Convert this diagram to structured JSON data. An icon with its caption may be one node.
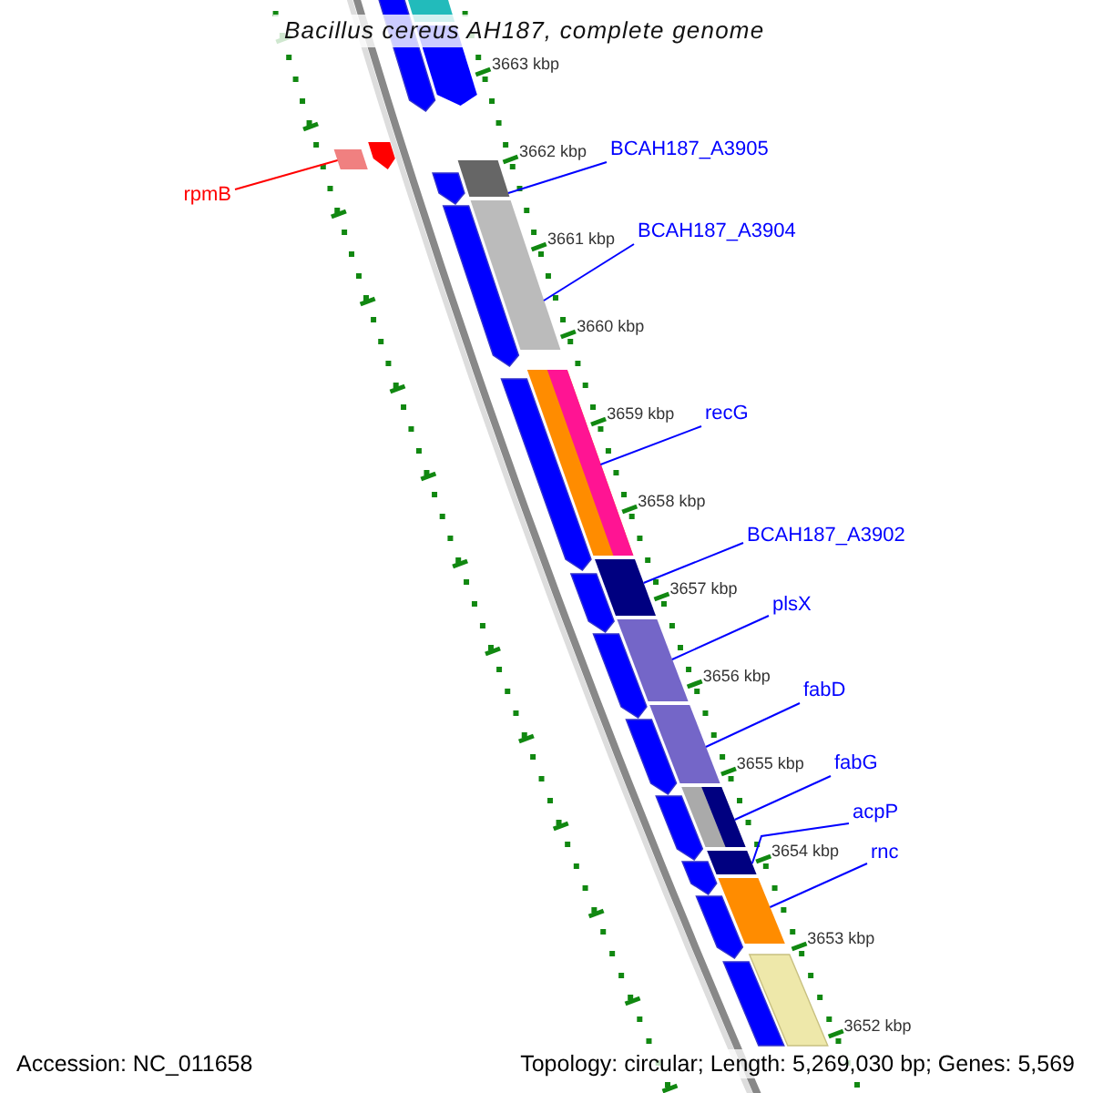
{
  "diagram": {
    "title": "Bacillus cereus AH187, complete genome",
    "nodes": [
      {
        "text": [
          "rpmB"
        ]
      },
      {
        "text": [
          "BCAH187_A3905"
        ]
      },
      {
        "text": [
          "BCAH187_A3904"
        ]
      },
      {
        "text": [
          "recG"
        ]
      },
      {
        "text": [
          "BCAH187_A3902"
        ]
      },
      {
        "text": [
          "plsX"
        ]
      },
      {
        "text": [
          "fabD"
        ]
      },
      {
        "text": [
          "fabG"
        ]
      },
      {
        "text": [
          "acpP"
        ]
      },
      {
        "text": [
          "rnc"
        ]
      },
      {
        "text": [],
        "shape": "bar"
      },
      {
        "text": [],
        "shape": "bar"
      },
      {
        "text": [],
        "shape": "bar"
      },
      {
        "text": [],
        "shape": "bar"
      },
      {
        "text": [],
        "shape": "bar"
      },
      {
        "text": [],
        "shape": "bar"
      },
      {
        "text": [],
        "shape": "bar"
      },
      {
        "text": [],
        "shape": "bar"
      },
      {
        "text": [],
        "shape": "bar"
      },
      {
        "text": [],
        "shape": "bar"
      },
      {
        "text": [],
        "shape": "bar"
      },
      {
        "text": [],
        "shape": "bar"
      },
      {
        "text": [],
        "shape": "bar"
      },
      {
        "text": [],
        "shape": "bar"
      },
      {
        "text": [],
        "shape": "bar"
      },
      {
        "text": [],
        "shape": "bar"
      },
      {
        "text": [],
        "shape": "bar"
      },
      {
        "text": [],
        "shape": "bar"
      },
      {
        "text": [],
        "shape": "bar"
      },
      {
        "text": [],
        "shape": "bar"
      },
      {
        "text": [],
        "shape": "bar"
      },
      {
        "text": [],
        "shape": "bar"
      },
      {
        "text": [],
        "shape": "bar"
      },
      {
        "text": [],
        "shape": "bar"
      },
      {
        "text": [],
        "shape": "bar"
      }
    ],
    "edges": [
      {
        "from": 0,
        "to": 10,
        "arrow": "none",
        "color": "#ff0000"
      },
      {
        "from": 1,
        "to": 11,
        "arrow": "none"
      },
      {
        "from": 2,
        "to": 12,
        "arrow": "none"
      },
      {
        "from": 3,
        "to": 13,
        "arrow": "none"
      },
      {
        "from": 4,
        "to": 14,
        "arrow": "none"
      },
      {
        "from": 5,
        "to": 15,
        "arrow": "none"
      },
      {
        "from": 6,
        "to": 16,
        "arrow": "none"
      },
      {
        "from": 7,
        "to": 17,
        "arrow": "none"
      },
      {
        "from": 8,
        "to": 18,
        "arrow": "none"
      },
      {
        "from": 9,
        "to": 19,
        "arrow": "none"
      }
    ],
    "labels": [
      "3663 kbp",
      "3662 kbp",
      "3661 kbp",
      "3660 kbp",
      "3659 kbp",
      "3658 kbp",
      "3657 kbp",
      "3656 kbp",
      "3655 kbp",
      "3654 kbp",
      "3653 kbp",
      "3652 kbp",
      "Accession: NC_011658",
      "Topology: circular; Length: 5,269,030 bp; Genes: 5,569"
    ]
  }
}
